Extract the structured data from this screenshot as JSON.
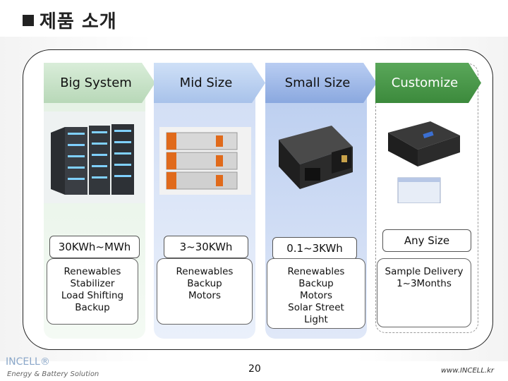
{
  "title": "제품 소개",
  "columns": [
    {
      "header": "Big System",
      "value": "30KWh~MWh",
      "desc": [
        "Renewables",
        "Stabilizer",
        "Load Shifting",
        "Backup"
      ]
    },
    {
      "header": "Mid Size",
      "value": "3~30KWh",
      "desc": [
        "Renewables",
        "Backup",
        "Motors"
      ]
    },
    {
      "header": "Small Size",
      "value": "0.1~3KWh",
      "desc": [
        "Renewables",
        "Backup",
        "Motors",
        "Solar Street",
        "Light"
      ]
    },
    {
      "header": "Customize",
      "value": "Any Size",
      "desc": [
        "Sample Delivery",
        "1~3Months"
      ]
    }
  ],
  "footer": {
    "brand": "INCELL®",
    "tagline": "Energy & Battery Solution",
    "page": "20",
    "url": "www.INCELL.kr"
  },
  "colors": {
    "arrow1": "#c4e0c4",
    "arrow2": "#b7ccec",
    "arrow3": "#9fb8e4",
    "arrow4": "#4e9a4e"
  }
}
